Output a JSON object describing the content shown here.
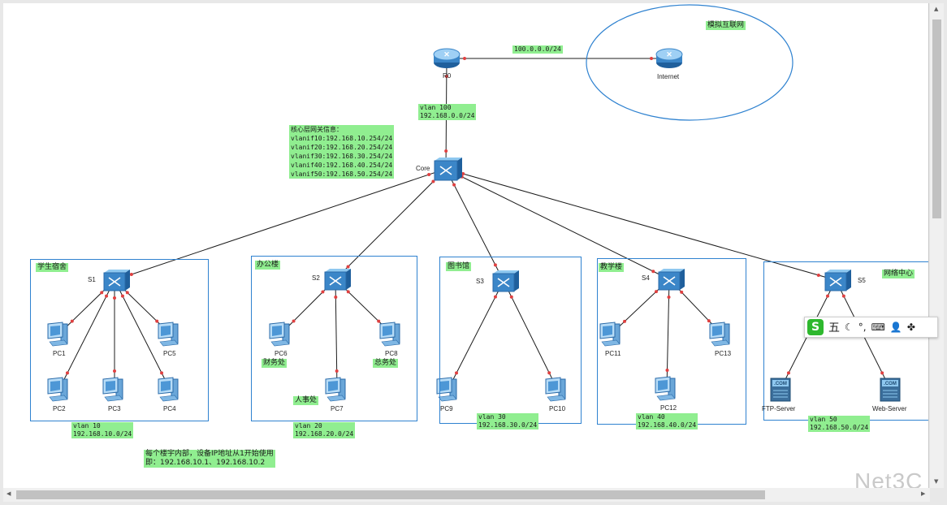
{
  "internet_area_label": "模拟互联网",
  "link_r0_internet": "100.0.0.0/24",
  "link_r0_core": "vlan 100\n192.168.0.0/24",
  "core_gateway_info": "核心层网关信息：\nvlanif10:192.168.10.254/24\nvlanif20:192.168.20.254/24\nvlanif30:192.168.30.254/24\nvlanif40:192.168.40.254/24\nvlanif50:192.168.50.254/24",
  "devices": {
    "r0": "R0",
    "internet": "Internet",
    "core": "Core",
    "s1": "S1",
    "s2": "S2",
    "s3": "S3",
    "s4": "S4",
    "s5": "S5",
    "pc1": "PC1",
    "pc2": "PC2",
    "pc3": "PC3",
    "pc4": "PC4",
    "pc5": "PC5",
    "pc6": "PC6",
    "pc7": "PC7",
    "pc8": "PC8",
    "pc9": "PC9",
    "pc10": "PC10",
    "pc11": "PC11",
    "pc12": "PC12",
    "pc13": "PC13",
    "ftp": "FTP-Server",
    "web": "Web-Server"
  },
  "areas": {
    "dorm": "学生宿舍",
    "office": "办公楼",
    "library": "图书馆",
    "teaching": "教学楼",
    "netcenter": "网络中心"
  },
  "dept": {
    "finance": "财务处",
    "general": "总务处",
    "hr": "人事处"
  },
  "vlans": {
    "v10": "vlan 10\n192.168.10.0/24",
    "v20": "vlan 20\n192.168.20.0/24",
    "v30": "vlan 30\n192.168.30.0/24",
    "v40": "vlan 40\n192.168.40.0/24",
    "v50": "vlan 50\n192.168.50.0/24"
  },
  "note": "每个楼宇内部，设备IP地址从1开始使用\n即：192.168.10.1、192.168.10.2",
  "ime": {
    "logo": "S",
    "mode": "五"
  },
  "watermark": "Net3C",
  "colors": {
    "label_bg": "#90ee90",
    "area_border": "#2f82d0",
    "link_dot": "#e04040"
  }
}
